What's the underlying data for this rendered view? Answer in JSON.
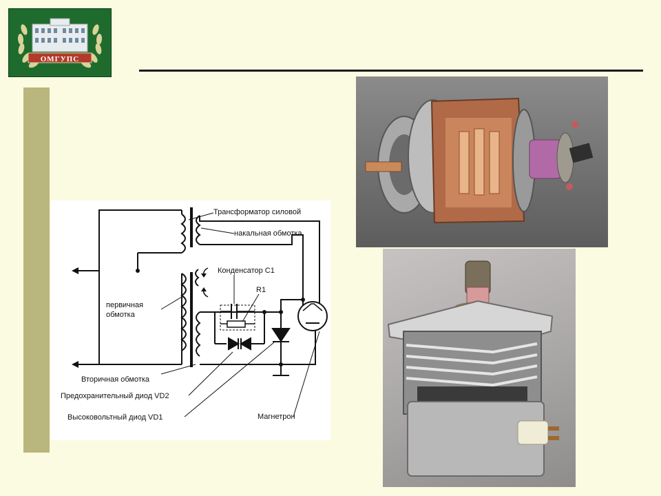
{
  "logo": {
    "text": "ОМГУПС"
  },
  "diagram": {
    "labels": {
      "transformer": "Трансформатор силовой",
      "filament_winding": "накальная обмотка",
      "capacitor": "Конденсатор С1",
      "resistor": "R1",
      "primary_line1": "первичная",
      "primary_line2": "обмотка",
      "secondary_winding": "Вторичная обмотка",
      "protective_diode": "Предохранительный диод VD2",
      "hv_diode": "Высоковольтный диод VD1",
      "magnetron": "Магнетрон"
    }
  },
  "colors": {
    "background": "#fbfbe2",
    "side_bar": "#b9b67e",
    "logo_bg": "#1f6b2e",
    "rule": "#1a1a1a"
  }
}
